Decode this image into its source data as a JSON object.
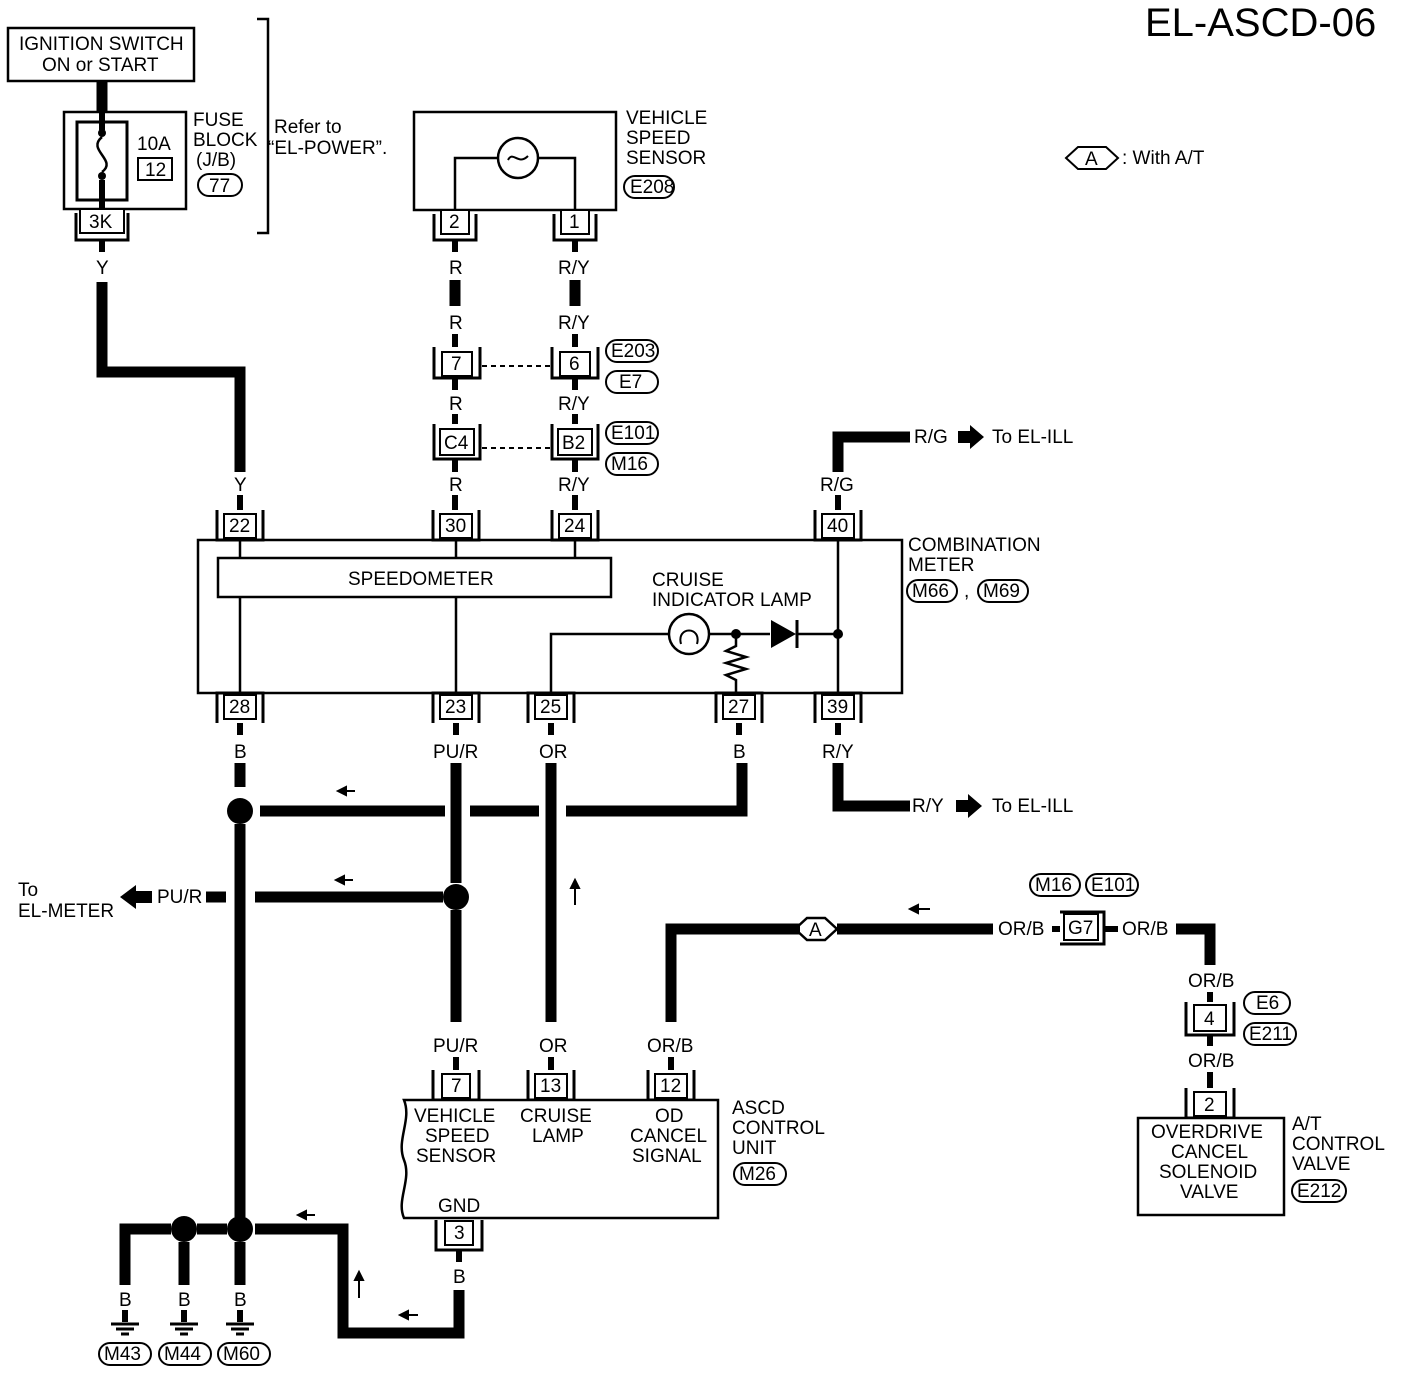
{
  "page_code": "EL-ASCD-06",
  "legend": {
    "symbol": "A",
    "text": ": With A/T"
  },
  "power": {
    "ignition_switch": [
      "IGNITION SWITCH",
      "ON or START"
    ],
    "fuse_amps": "10A",
    "fuse_no": "12",
    "fuse_block": [
      "FUSE",
      "BLOCK",
      "(J/B)"
    ],
    "fuse_block_conn": "77",
    "fuse_terminal": "3K",
    "refer": [
      "Refer to",
      "“EL-POWER”."
    ]
  },
  "vss": {
    "label": [
      "VEHICLE",
      "SPEED",
      "SENSOR"
    ],
    "connector": "E208",
    "pins": [
      "2",
      "1"
    ]
  },
  "wire_colors": {
    "y": "Y",
    "r": "R",
    "ry": "R/Y",
    "rg": "R/G",
    "b": "B",
    "pur": "PU/R",
    "or": "OR",
    "orb": "OR/B"
  },
  "joints": {
    "left_pins": [
      "7",
      "C4"
    ],
    "right_pins": [
      "6",
      "B2"
    ],
    "conn_labels": [
      "E203",
      "E7",
      "E101",
      "M16"
    ]
  },
  "combination_meter": {
    "label": [
      "COMBINATION",
      "METER"
    ],
    "connectors": [
      "M66",
      "M69"
    ],
    "sep": ",",
    "top_pins": [
      "22",
      "30",
      "24",
      "40"
    ],
    "bottom_pins": [
      "28",
      "23",
      "25",
      "27",
      "39"
    ],
    "speedometer": "SPEEDOMETER",
    "lamp": [
      "CRUISE",
      "INDICATOR LAMP"
    ]
  },
  "to_el_ill": "To EL-ILL",
  "to_el_meter": [
    "To",
    "EL-METER"
  ],
  "ascd": {
    "label": [
      "ASCD",
      "CONTROL",
      "UNIT"
    ],
    "connector": "M26",
    "pins": [
      "7",
      "13",
      "12",
      "3"
    ],
    "vss_label": [
      "VEHICLE",
      "SPEED",
      "SENSOR"
    ],
    "lamp_label": [
      "CRUISE",
      "LAMP"
    ],
    "od_label": [
      "OD",
      "CANCEL",
      "SIGNAL"
    ],
    "gnd": "GND"
  },
  "at_path": {
    "g7": "G7",
    "g7_conns": [
      "M16",
      "E101"
    ],
    "pin4": "4",
    "pin4_conns": [
      "E6",
      "E211"
    ],
    "pin2": "2",
    "solenoid": [
      "OVERDRIVE",
      "CANCEL",
      "SOLENOID",
      "VALVE"
    ],
    "valve_label": [
      "A/T",
      "CONTROL",
      "VALVE"
    ],
    "valve_conn": "E212"
  },
  "grounds": [
    "M43",
    "M44",
    "M60"
  ]
}
